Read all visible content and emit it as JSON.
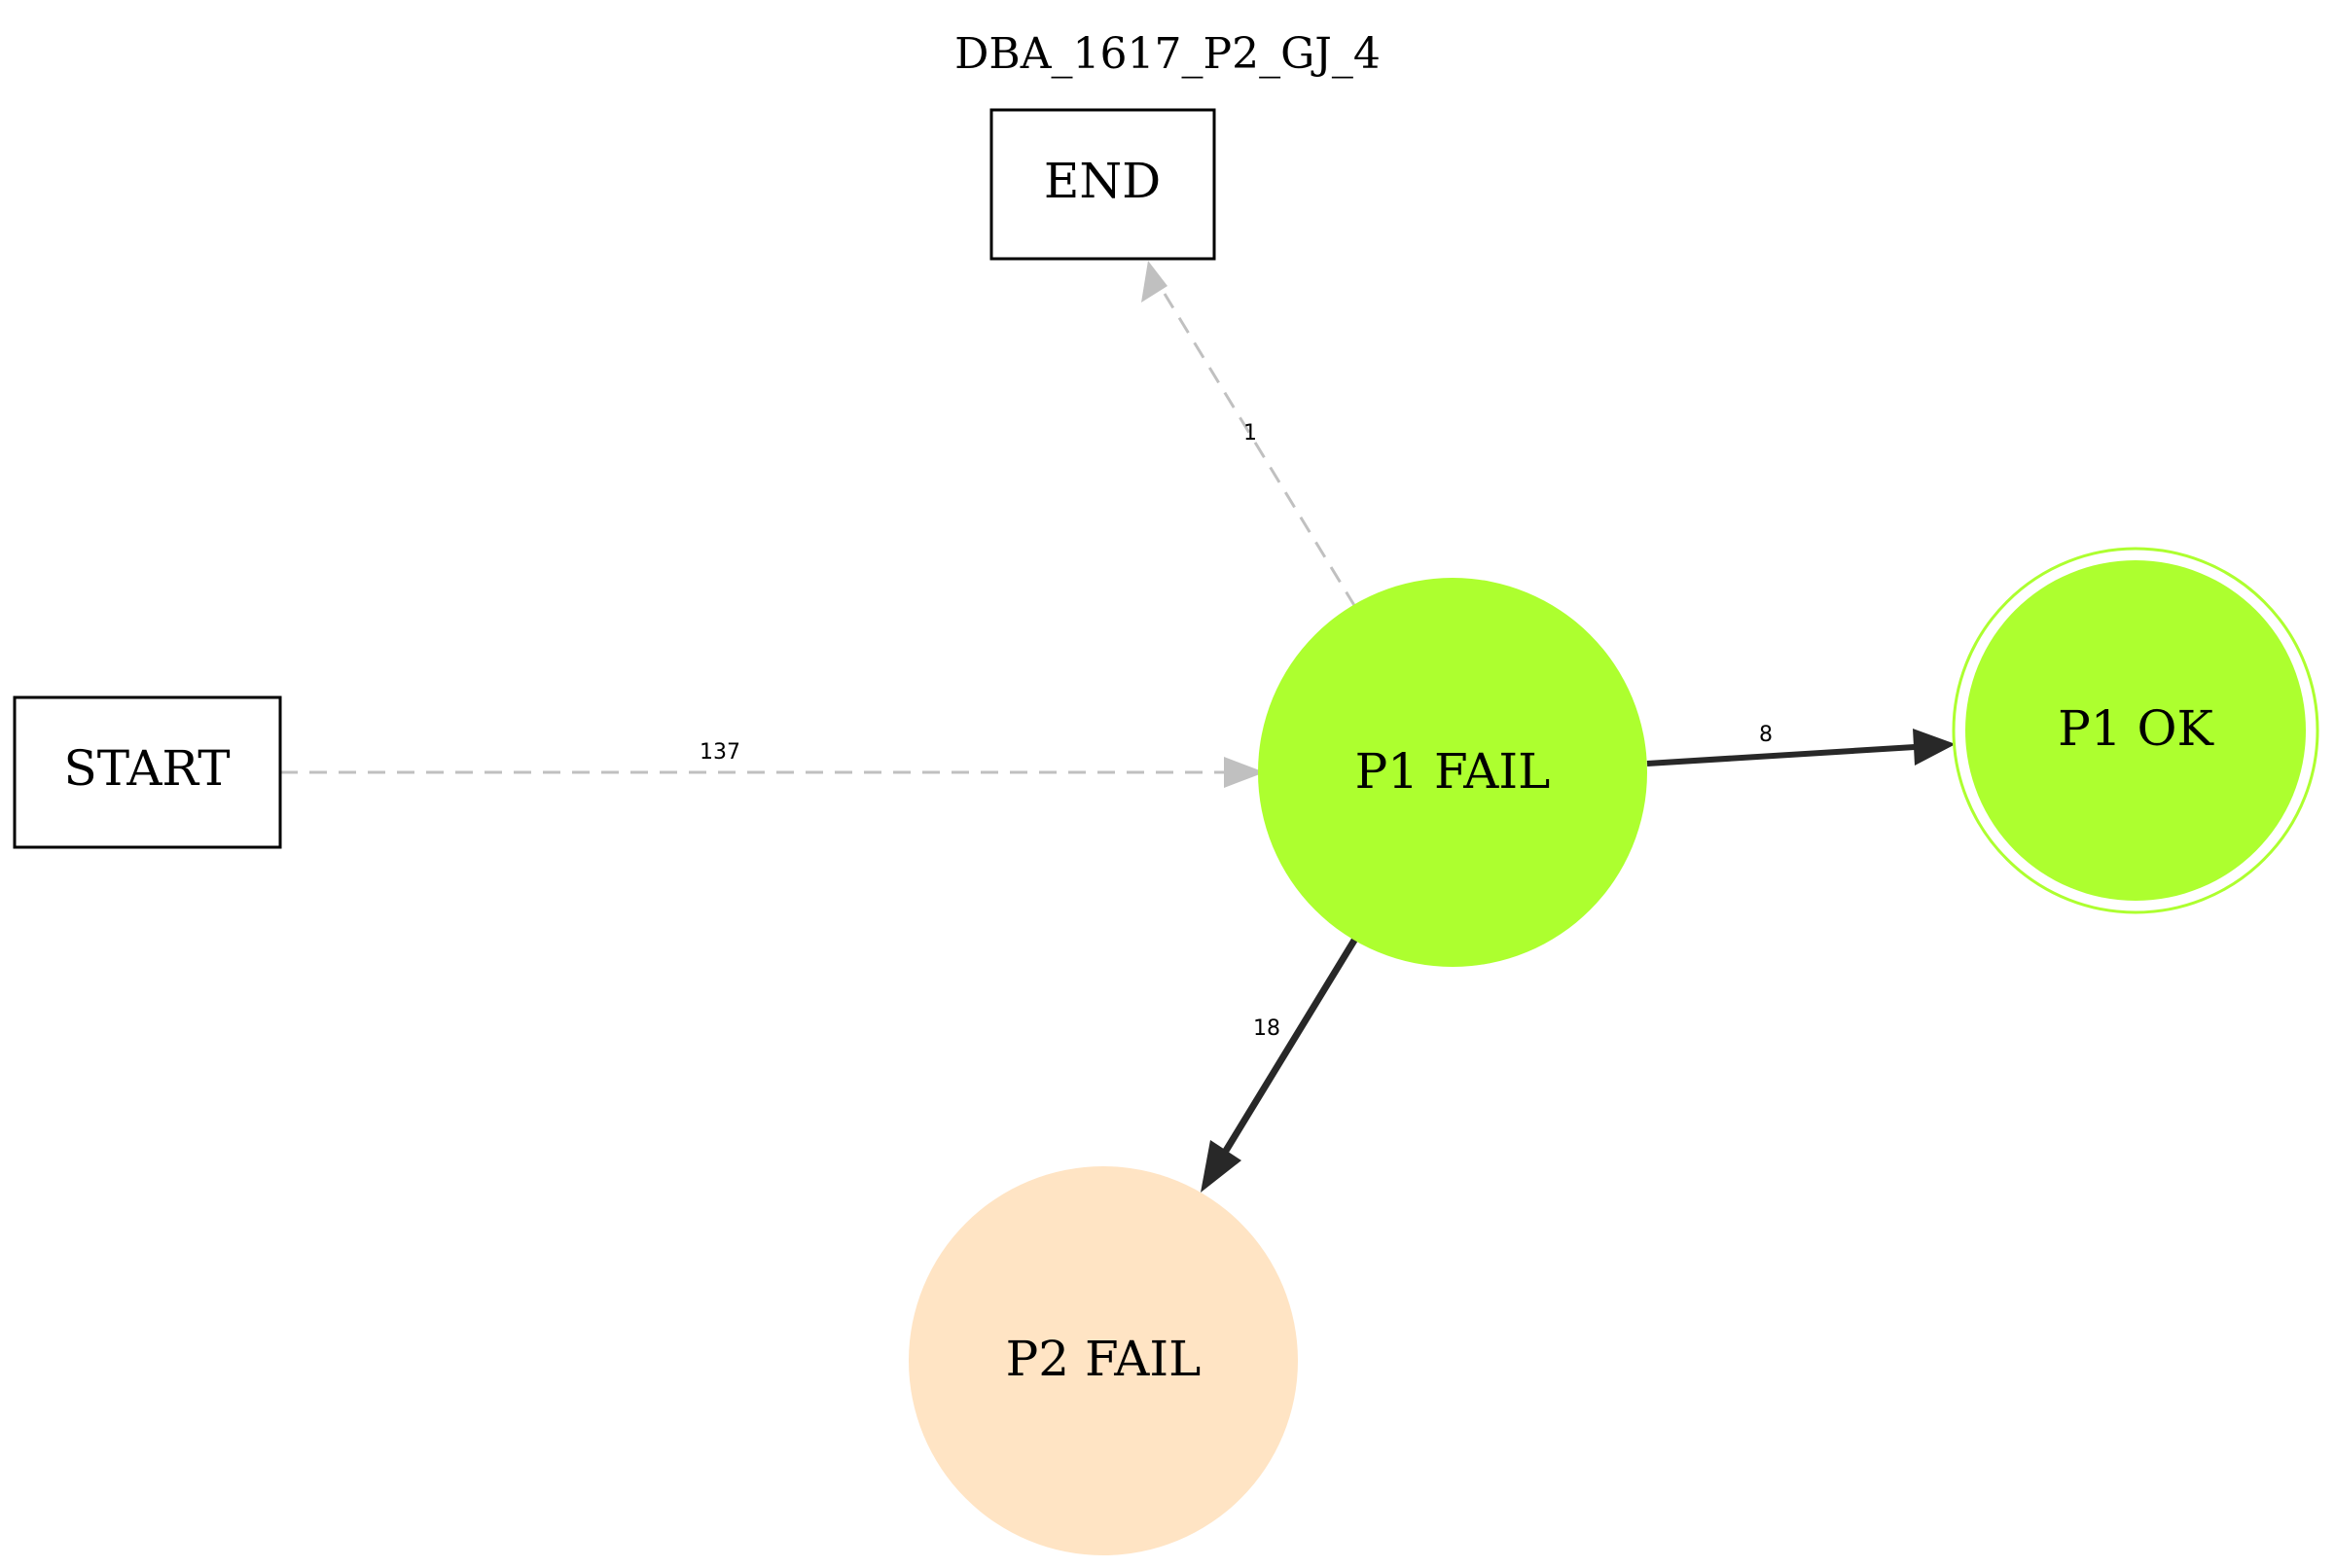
{
  "diagram": {
    "title": "DBA_1617_P2_GJ_4",
    "nodes": {
      "start": {
        "label": "START",
        "shape": "box"
      },
      "end": {
        "label": "END",
        "shape": "box"
      },
      "p1_fail": {
        "label": "P1 FAIL",
        "shape": "circle",
        "color": "#adff2f"
      },
      "p1_ok": {
        "label": "P1 OK",
        "shape": "doublecircle",
        "color": "#adff2f"
      },
      "p2_fail": {
        "label": "P2 FAIL",
        "shape": "circle",
        "color": "#ffe4c4"
      }
    },
    "edges": [
      {
        "from": "START",
        "to": "P1 FAIL",
        "label": "137",
        "style": "dashed",
        "color": "#c0c0c0"
      },
      {
        "from": "P1 FAIL",
        "to": "END",
        "label": "1",
        "style": "dashed",
        "color": "#c0c0c0"
      },
      {
        "from": "P1 FAIL",
        "to": "P1 OK",
        "label": "8",
        "style": "solid",
        "color": "#282828"
      },
      {
        "from": "P1 FAIL",
        "to": "P2 FAIL",
        "label": "18",
        "style": "solid",
        "color": "#282828"
      }
    ]
  }
}
